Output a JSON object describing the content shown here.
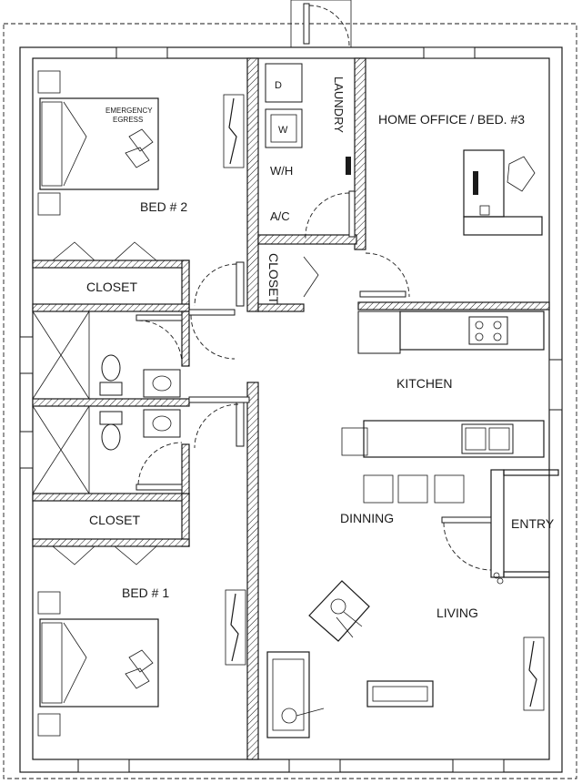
{
  "rooms": {
    "bed2": "BED # 2",
    "bed1": "BED # 1",
    "closet_top": "CLOSET",
    "closet_bottom": "CLOSET",
    "closet_small": "CLOSET",
    "laundry": "LAUNDRY",
    "office": "HOME OFFICE / BED. #3",
    "kitchen": "KITCHEN",
    "dinning": "DINNING",
    "entry": "ENTRY",
    "living": "LIVING"
  },
  "annotations": {
    "egress_line1": "EMERGENCY",
    "egress_line2": "EGRESS",
    "wh": "W/H",
    "ac": "A/C",
    "dryer": "D",
    "washer": "W"
  }
}
